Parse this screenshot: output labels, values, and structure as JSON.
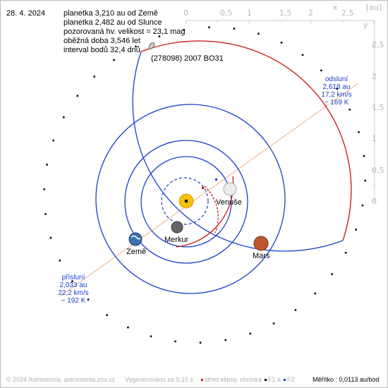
{
  "header": {
    "date": "28. 4. 2024",
    "lines": [
      "planetka 3,210 au od Země",
      "planetka 2,482 au od Slunce",
      "pozorovaná hv. velikost = 23,1 mag",
      "oběžná doba 3,546 let",
      "interval bodů 32,4 dnů"
    ]
  },
  "axes": {
    "x_ticks": [
      "0",
      "0,5",
      "1",
      "1,5",
      "2",
      "2,5"
    ],
    "y_ticks": [
      "2,5",
      "2",
      "1,5",
      "1",
      "0,5",
      "0"
    ],
    "x_label": "x",
    "y_label": "y",
    "unit_label": "[au]"
  },
  "asteroid": {
    "name": "(278098) 2007 BO31"
  },
  "planets": {
    "venus": "Venuše",
    "earth": "Země",
    "mercury": "Merkur",
    "mars": "Mars"
  },
  "aphelion": {
    "title": "odsluní",
    "distance": "2,618 au",
    "speed": "17,2 km/s",
    "temperature": "~ 169 K"
  },
  "perihelion": {
    "title": "přísluní",
    "distance": "2,033 au",
    "speed": "22,2 km/s",
    "temperature": "~ 192 K"
  },
  "footer": {
    "copyright": "© 2024 Astronomia, astronomia.zcu.cz",
    "generated": "Vygenerováno za 0,10 s",
    "legend_center": "střed elipsy, ohniska",
    "legend_f1": "F1 a",
    "legend_f2": "F2",
    "scale": "Měřítko : 0,0113 au/bod"
  },
  "colors": {
    "asteroid_orbit": "#cc1111",
    "planet_orbit": "#1a3fd0",
    "apsis_line": "#f0b088",
    "sun": "#f4c20d",
    "mars": "#c0562e",
    "venus": "#e8e8e8",
    "mercury": "#555555",
    "earth": "#4a7ab8"
  }
}
